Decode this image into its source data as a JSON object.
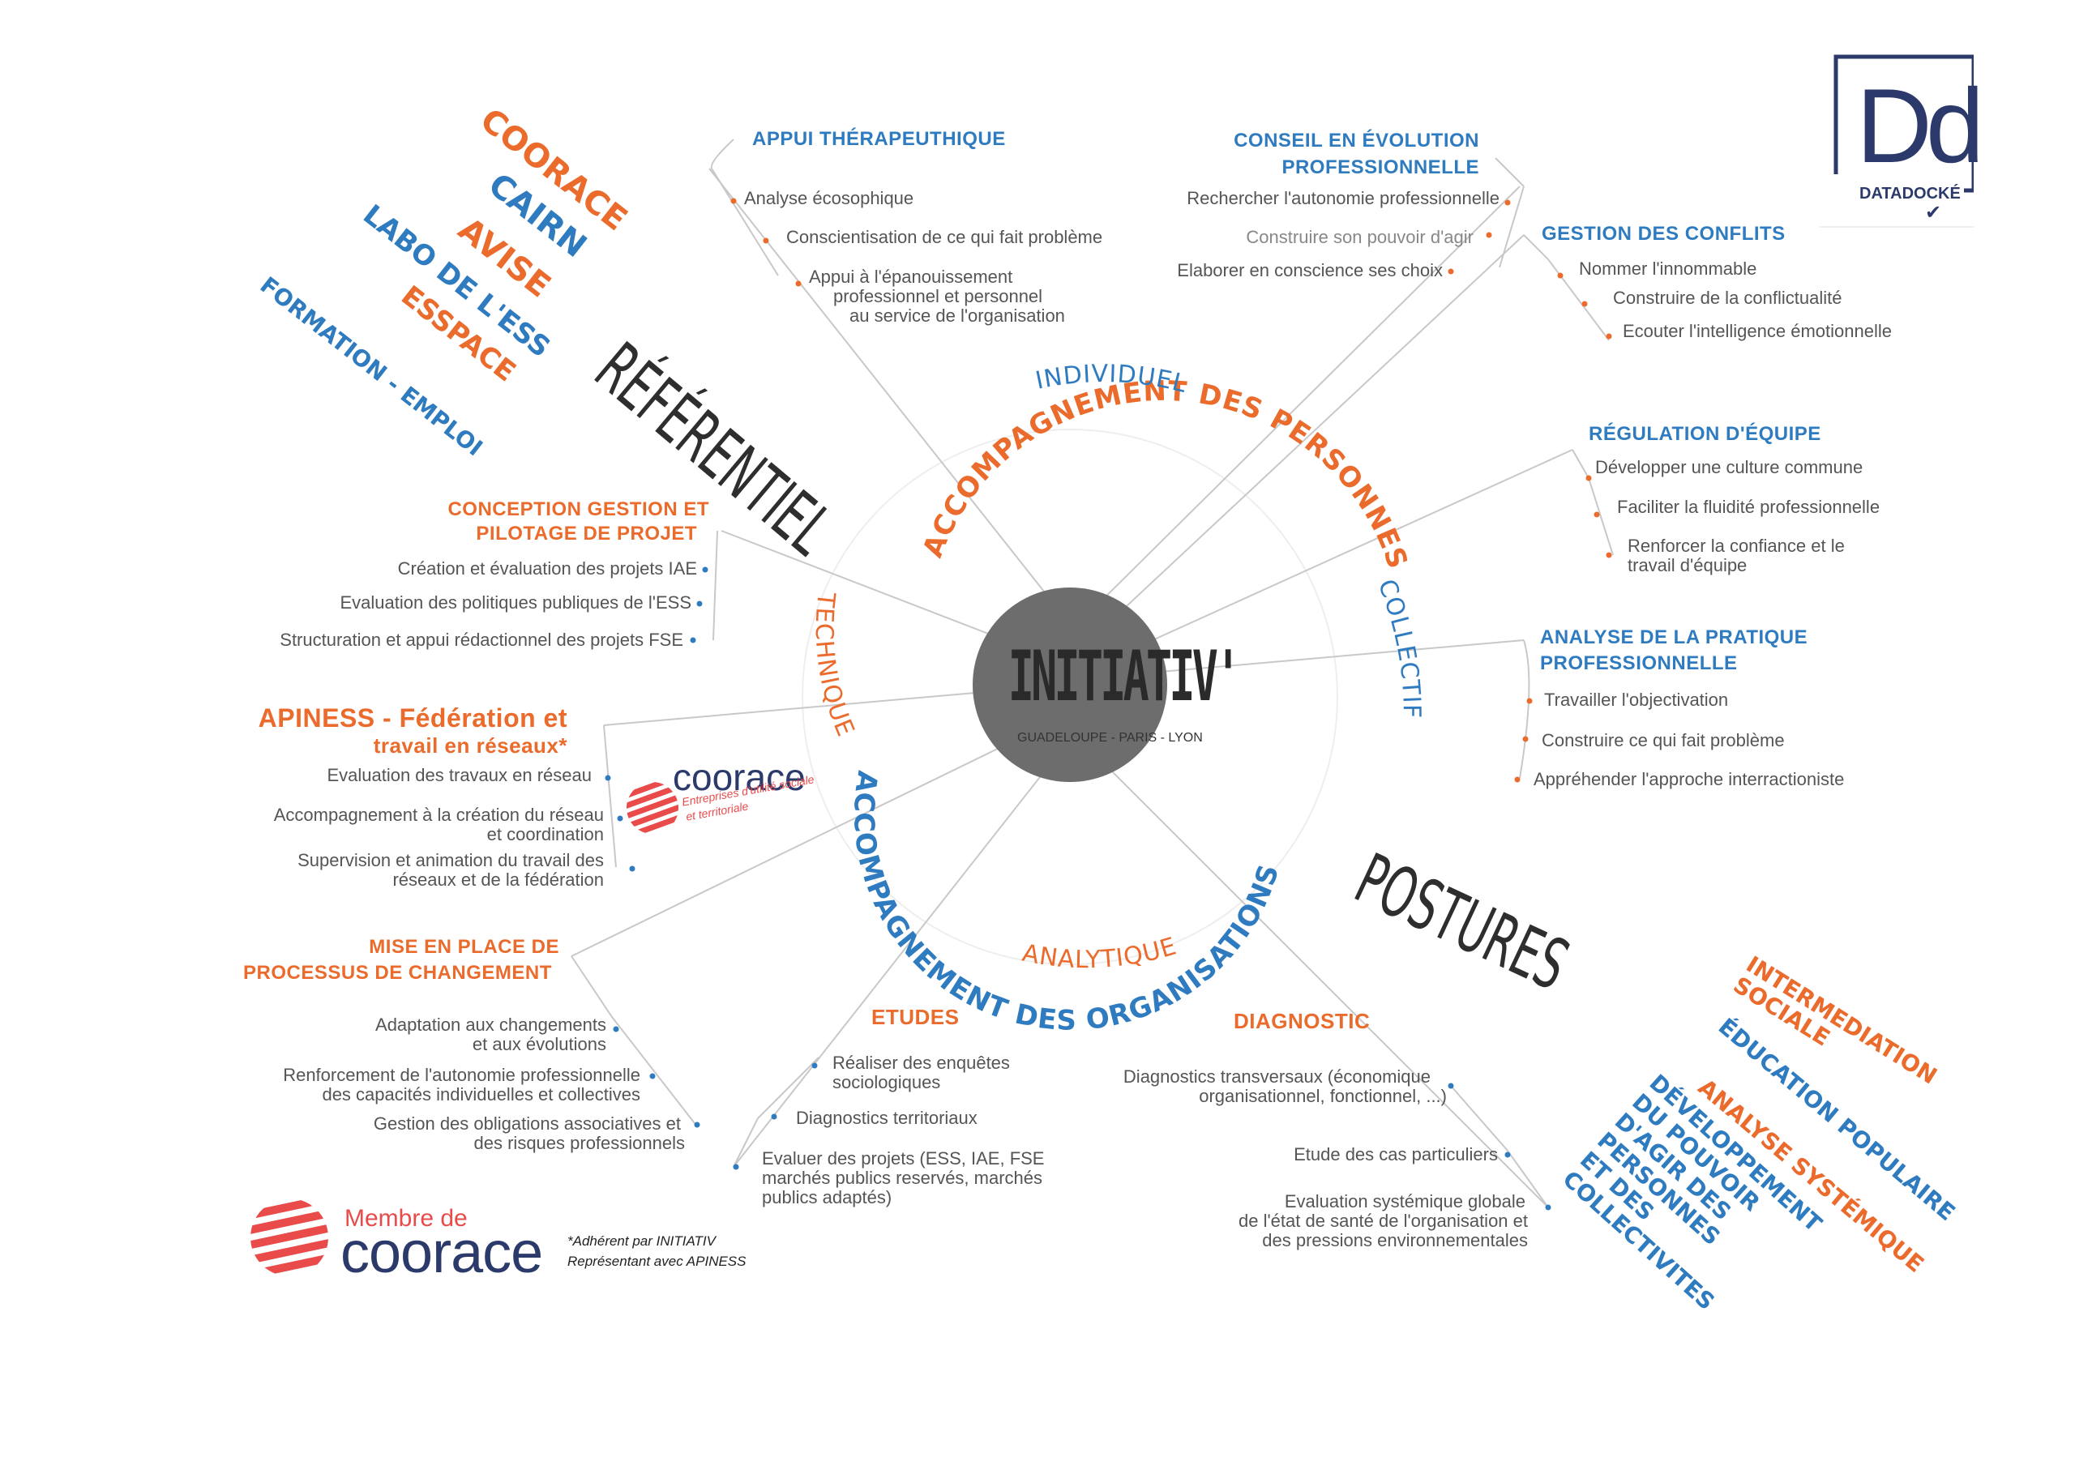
{
  "center": {
    "title": "INITIATIV'",
    "subtitle": "GUADELOUPE - PARIS - LYON"
  },
  "corner_words": {
    "referentiel": "RÉFÉRENTIEL",
    "postures": "POSTURES"
  },
  "arc_labels": {
    "individuel": "INDIVIDUEL",
    "accompagnement_personnes": "ACCOMPAGNEMENT DES PERSONNES",
    "collectif": "COLLECTIF",
    "technique": "TECHNIQUE",
    "accompagnement_organisations": "ACCOMPAGNEMENT DES ORGANISATIONS",
    "analytique": "ANALYTIQUE"
  },
  "top_left_list": [
    "COORACE",
    "CAIRN",
    "AVISE",
    "LABO DE L'ESS",
    "ESSPACE",
    "FORMATION - EMPLOI"
  ],
  "bottom_right_list": [
    "INTERMEDIATION SOCIALE",
    "ÉDUCATION POPULAIRE",
    "ANALYSE SYSTÉMIQUE",
    "DÉVELOPPEMENT DU POUVOIR D'AGIR DES PERSONNES ET DES COLLECTIVITES"
  ],
  "branches": {
    "appui": {
      "title": "APPUI THÉRAPEUTHIQUE",
      "items": [
        "Analyse écosophique",
        "Conscientisation de ce qui fait problème",
        "Appui à l'épanouissement",
        "professionnel et personnel",
        "au service de l'organisation"
      ]
    },
    "conseil": {
      "title_1": "CONSEIL EN ÉVOLUTION",
      "title_2": "PROFESSIONNELLE",
      "items": [
        "Rechercher l'autonomie professionnelle",
        "Construire son pouvoir d'agir",
        "Elaborer en conscience ses choix"
      ]
    },
    "conflits": {
      "title": "GESTION DES CONFLITS",
      "items": [
        "Nommer l'innommable",
        "Construire de la conflictualité",
        "Ecouter l'intelligence émotionnelle"
      ]
    },
    "regulation": {
      "title": "RÉGULATION D'ÉQUIPE",
      "items": [
        "Développer une culture commune",
        "Faciliter la fluidité professionnelle",
        "Renforcer la confiance et le",
        "travail d'équipe"
      ]
    },
    "analyse": {
      "title_1": "ANALYSE DE LA PRATIQUE",
      "title_2": "PROFESSIONNELLE",
      "items": [
        "Travailler l'objectivation",
        "Construire ce qui fait problème",
        "Appréhender l'approche interractioniste"
      ]
    },
    "conception": {
      "title_1": "CONCEPTION GESTION ET",
      "title_2": "PILOTAGE DE  PROJET",
      "items": [
        "Création et évaluation des projets IAE",
        "Evaluation des politiques publiques de l'ESS",
        "Structuration et appui rédactionnel des projets FSE"
      ]
    },
    "apiness": {
      "title_1": "APINESS - Fédération et",
      "title_2": "travail en réseaux*",
      "items": [
        "Evaluation des travaux en réseau",
        "Accompagnement à la création du réseau",
        "et coordination",
        "Supervision et animation du travail des",
        "réseaux et de la fédération"
      ]
    },
    "mise": {
      "title_1": "MISE EN PLACE DE",
      "title_2": "PROCESSUS DE CHANGEMENT",
      "items": [
        "Adaptation aux changements",
        "et aux évolutions",
        "Renforcement de l'autonomie professionnelle",
        "des capacités individuelles et collectives",
        "Gestion des obligations associatives et",
        "des risques professionnels"
      ]
    },
    "etudes": {
      "title": "ETUDES",
      "items": [
        "Réaliser des enquêtes",
        "sociologiques",
        "Diagnostics territoriaux",
        "Evaluer des projets (ESS, IAE, FSE",
        "marchés publics reservés, marchés",
        "publics adaptés)"
      ]
    },
    "diagnostic": {
      "title": "DIAGNOSTIC",
      "items": [
        "Diagnostics transversaux (économique",
        "organisationnel, fonctionnel, ...)",
        "Etude des cas particuliers",
        "Evaluation systémique globale",
        "de l'état de santé de l'organisation et",
        "des pressions environnementales"
      ]
    }
  },
  "coorace_small": {
    "name": "coorace",
    "tagline_1": "Entreprises d'utilité sociale",
    "tagline_2": "et territoriale"
  },
  "coorace_member": {
    "prefix": "Membre de",
    "name": "coorace",
    "note_1": "*Adhérent par INITIATIV",
    "note_2": "Représentant avec APINESS"
  },
  "datadocke": {
    "letters": "Dd",
    "label": "DATADOCKÉ"
  },
  "colors": {
    "orange": "#ea6b2c",
    "blue": "#2f7bc0",
    "dark": "#2e2e2e",
    "circle": "#6d6d6d",
    "coorace_red": "#e94b4b",
    "coorace_navy": "#2b3a6b"
  }
}
